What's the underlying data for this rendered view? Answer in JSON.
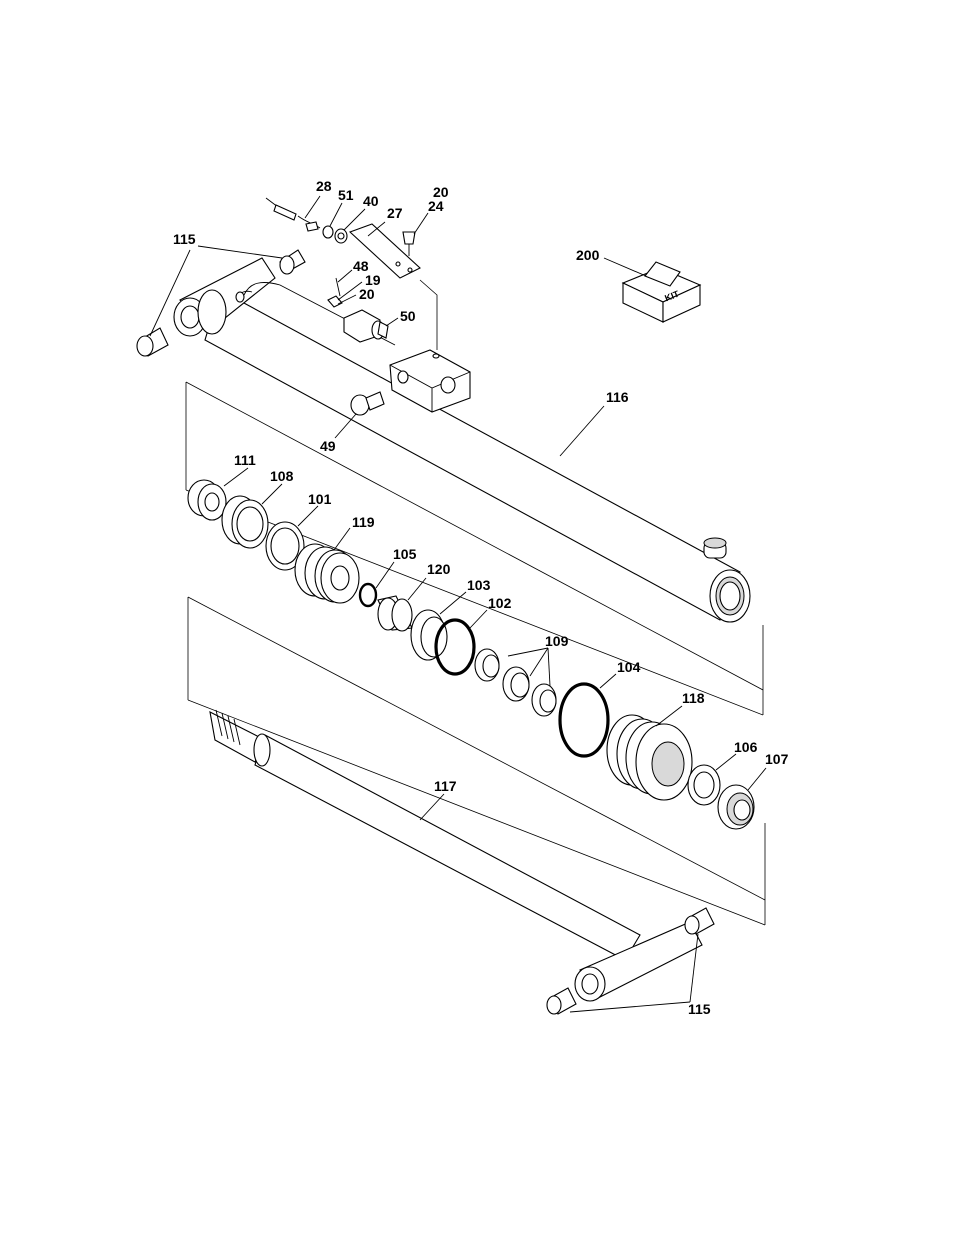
{
  "callouts": {
    "c28": "28",
    "c51": "51",
    "c40": "40",
    "c27": "27",
    "c20_top": "20",
    "c24": "24",
    "c115_top": "115",
    "c200": "200",
    "c48": "48",
    "c19": "19",
    "c20_mid": "20",
    "c50": "50",
    "c116": "116",
    "c49": "49",
    "c111": "111",
    "c108": "108",
    "c101": "101",
    "c119": "119",
    "c105": "105",
    "c120": "120",
    "c103": "103",
    "c102": "102",
    "c109": "109",
    "c104": "104",
    "c118": "118",
    "c106": "106",
    "c107": "107",
    "c117": "117",
    "c115_bottom": "115"
  },
  "kit_label": "KIT"
}
